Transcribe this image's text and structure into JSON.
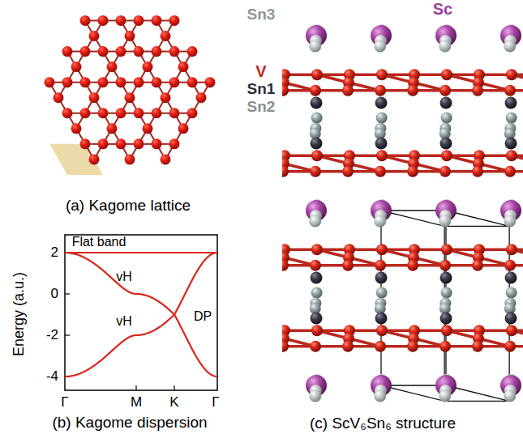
{
  "diagram": {
    "labels": [
      "Sc",
      "Sn3",
      "V",
      "Sn1",
      "Sn2",
      "(a) Kagome lattice",
      "Flat band",
      "vH",
      "vH",
      "DP",
      "2",
      "0",
      "-2",
      "-4",
      "Γ",
      "M",
      "K",
      "Γ",
      "Energy (a.u.)",
      "(b) Kagome dispersion",
      "(c) ScV₆Sn₆ structure"
    ]
  }
}
